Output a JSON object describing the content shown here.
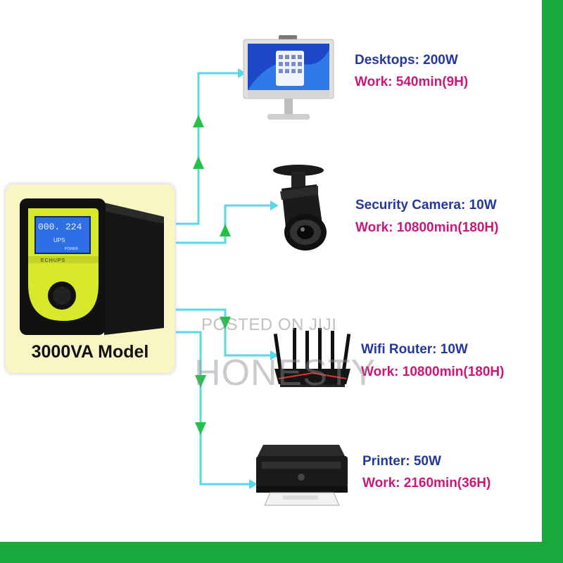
{
  "ups": {
    "label": "3000VA Model",
    "brand": "ECHUPS",
    "lcd_reading": "000. 224",
    "lcd_mode": "UPS",
    "lcd_power": "POWER"
  },
  "devices": [
    {
      "title": "Desktops: 200W",
      "work": "Work: 540min(9H)"
    },
    {
      "title": "Security Camera: 10W",
      "work": "Work: 10800min(180H)"
    },
    {
      "title": "Wifi Router: 10W",
      "work": "Work: 10800min(180H)"
    },
    {
      "title": "Printer: 50W",
      "work": "Work: 2160min(36H)"
    }
  ],
  "watermark": {
    "line1": "POSTED ON JIJI",
    "line2": "HONESTY"
  },
  "colors": {
    "wire": "#5ad7e6",
    "arrow": "#22c24a",
    "frame": "#1aa83c",
    "title": "#23389a",
    "work": "#c8187a",
    "card": "#faf6c4",
    "ups_body": "#161616",
    "ups_panel": "#d8e82a",
    "lcd": "#2f6fe6"
  }
}
